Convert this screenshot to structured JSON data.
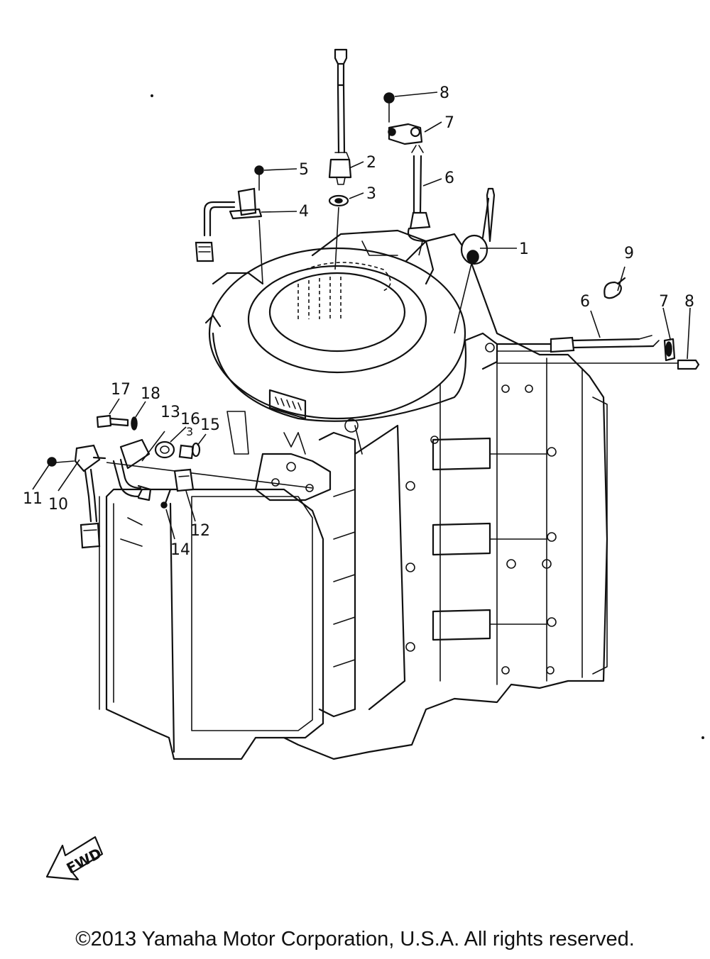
{
  "diagram": {
    "callouts": [
      {
        "id": "c1",
        "label": "1"
      },
      {
        "id": "c2",
        "label": "2"
      },
      {
        "id": "c3",
        "label": "3"
      },
      {
        "id": "c4",
        "label": "4"
      },
      {
        "id": "c5",
        "label": "5"
      },
      {
        "id": "c6a",
        "label": "6"
      },
      {
        "id": "c7a",
        "label": "7"
      },
      {
        "id": "c8a",
        "label": "8"
      },
      {
        "id": "c9",
        "label": "9"
      },
      {
        "id": "c6b",
        "label": "6"
      },
      {
        "id": "c7b",
        "label": "7"
      },
      {
        "id": "c8b",
        "label": "8"
      },
      {
        "id": "c10",
        "label": "10"
      },
      {
        "id": "c11",
        "label": "11"
      },
      {
        "id": "c12",
        "label": "12"
      },
      {
        "id": "c13",
        "label": "13"
      },
      {
        "id": "c14",
        "label": "14"
      },
      {
        "id": "c15",
        "label": "15"
      },
      {
        "id": "c16",
        "label": "16"
      },
      {
        "id": "c17",
        "label": "17"
      },
      {
        "id": "c18",
        "label": "18"
      },
      {
        "id": "c3b",
        "label": "3"
      }
    ],
    "fwd_label": "FWD"
  },
  "footer": {
    "copyright": "©2013 Yamaha Motor Corporation, U.S.A. All rights reserved."
  }
}
